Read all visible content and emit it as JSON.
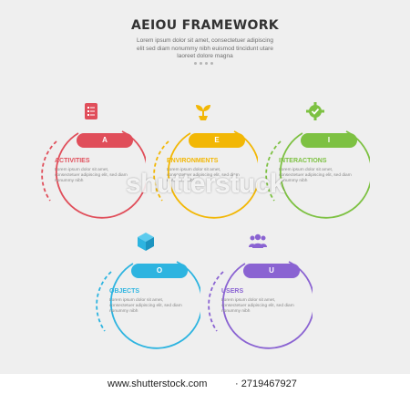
{
  "header": {
    "title": "AEIOU FRAMEWORK",
    "subtitle": "Lorem ipsum dolor sit amet, consectetuer adipiscing elit sed diam nonummy nibh euismod tincidunt utare laoreet dolore magna"
  },
  "placeholder_text": "Lorem ipsum dolor sit amet, consectetuer adipiscing elit, sed diam nonummy nibh",
  "cards": [
    {
      "letter": "A",
      "heading": "ACTIVITIES",
      "color": "#e04e5a",
      "icon": "checklist-icon"
    },
    {
      "letter": "E",
      "heading": "ENVIRONMENTS",
      "color": "#f2b705",
      "icon": "plant-icon"
    },
    {
      "letter": "I",
      "heading": "INTERACTIONS",
      "color": "#7dc142",
      "icon": "gear-check-icon"
    },
    {
      "letter": "O",
      "heading": "OBJECTS",
      "color": "#2db4e0",
      "icon": "cube-icon"
    },
    {
      "letter": "U",
      "heading": "USERS",
      "color": "#8a63d2",
      "icon": "users-group-icon"
    }
  ],
  "watermark": "shutterstuck",
  "footer": {
    "left": "www.shutterstock.com",
    "right": "· 2719467927"
  }
}
